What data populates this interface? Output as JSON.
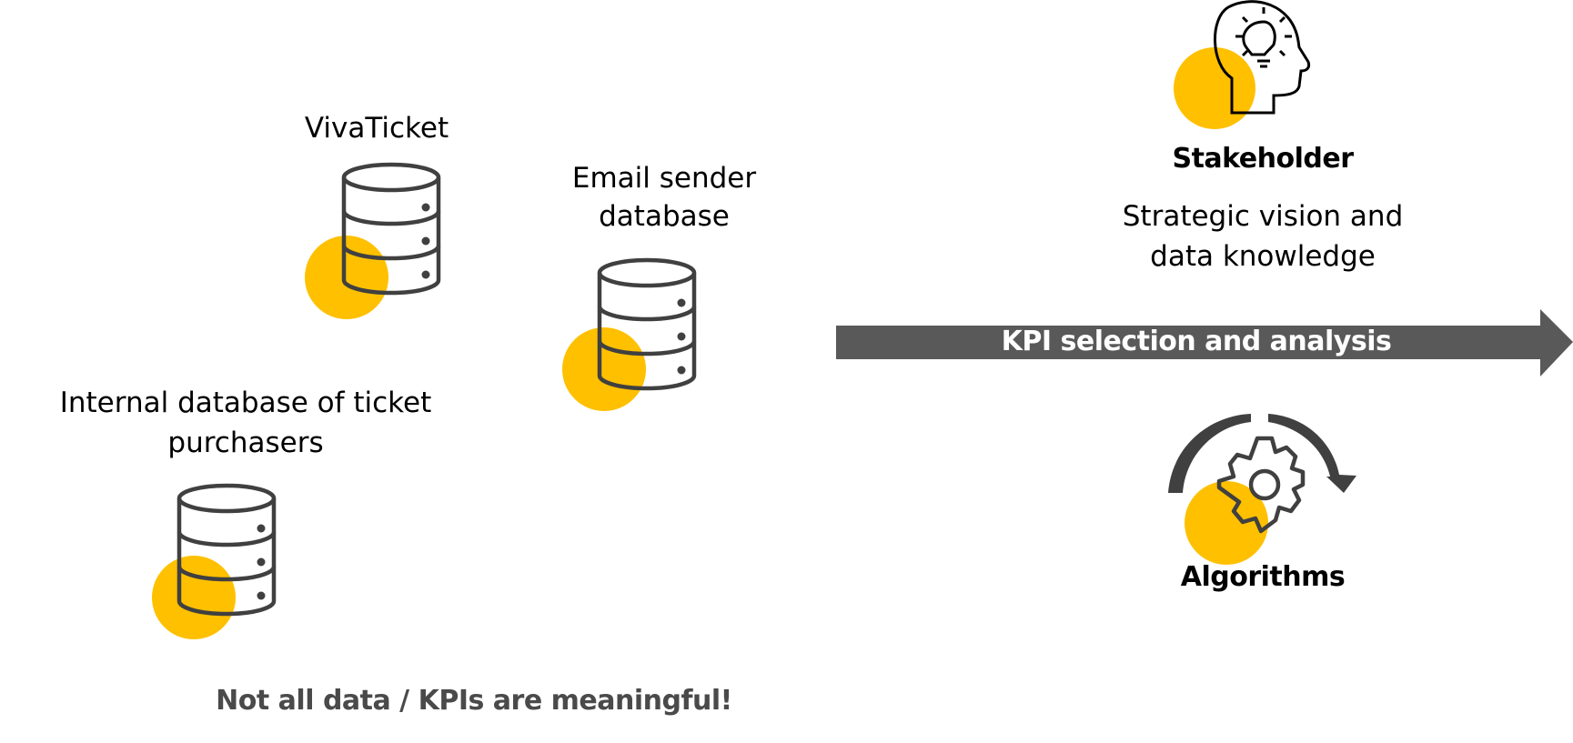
{
  "sources": [
    {
      "label": "VivaTicket",
      "icon": "database-icon"
    },
    {
      "label_lines": [
        "Email sender",
        "database"
      ],
      "icon": "database-icon"
    },
    {
      "label_lines": [
        "Internal database of ticket",
        "purchasers"
      ],
      "icon": "database-icon"
    }
  ],
  "note": "Not all data / KPIs are meaningful!",
  "arrow": {
    "label": "KPI selection and analysis",
    "color": "#595959"
  },
  "stakeholder": {
    "title": "Stakeholder",
    "desc_lines": [
      "Strategic vision and",
      "data knowledge"
    ],
    "icon": "head-lightbulb-icon"
  },
  "algorithms": {
    "title": "Algorithms",
    "icon": "gear-cycle-icon"
  },
  "colors": {
    "accent": "#FFC000",
    "icon_stroke": "#404040",
    "note": "#4a4a4a"
  }
}
